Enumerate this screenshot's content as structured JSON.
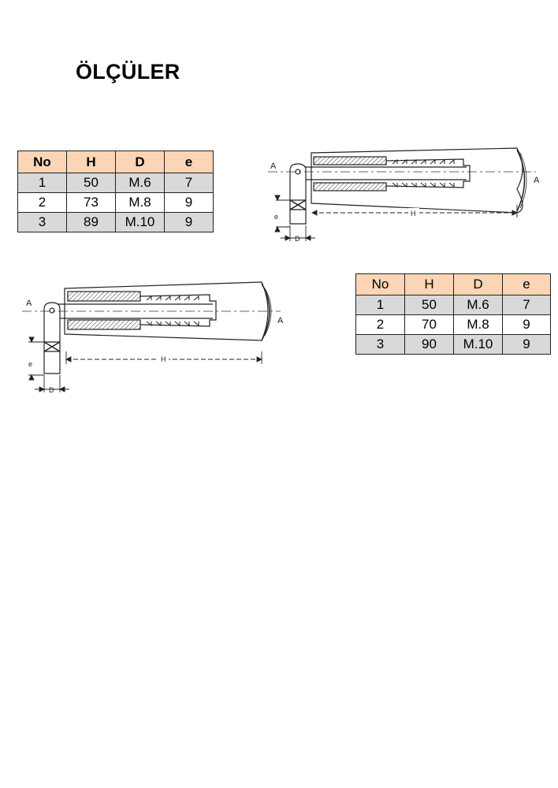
{
  "title": "ÖLÇÜLER",
  "table1": {
    "headers": [
      "No",
      "H",
      "D",
      "e"
    ],
    "rows": [
      [
        "1",
        "50",
        "M.6",
        "7"
      ],
      [
        "2",
        "73",
        "M.8",
        "9"
      ],
      [
        "3",
        "89",
        "M.10",
        "9"
      ]
    ]
  },
  "table2": {
    "headers": [
      "No",
      "H",
      "D",
      "e"
    ],
    "rows": [
      [
        "1",
        "50",
        "M.6",
        "7"
      ],
      [
        "2",
        "70",
        "M.8",
        "9"
      ],
      [
        "3",
        "90",
        "M.10",
        "9"
      ]
    ]
  },
  "drawing_labels": {
    "section_left": "A",
    "section_right": "A",
    "height": "H",
    "diameter": "D",
    "eye": "e"
  },
  "colors": {
    "header_fill": "#fbd5b5",
    "row_shade": "#d9d9d9",
    "border": "#222222"
  }
}
